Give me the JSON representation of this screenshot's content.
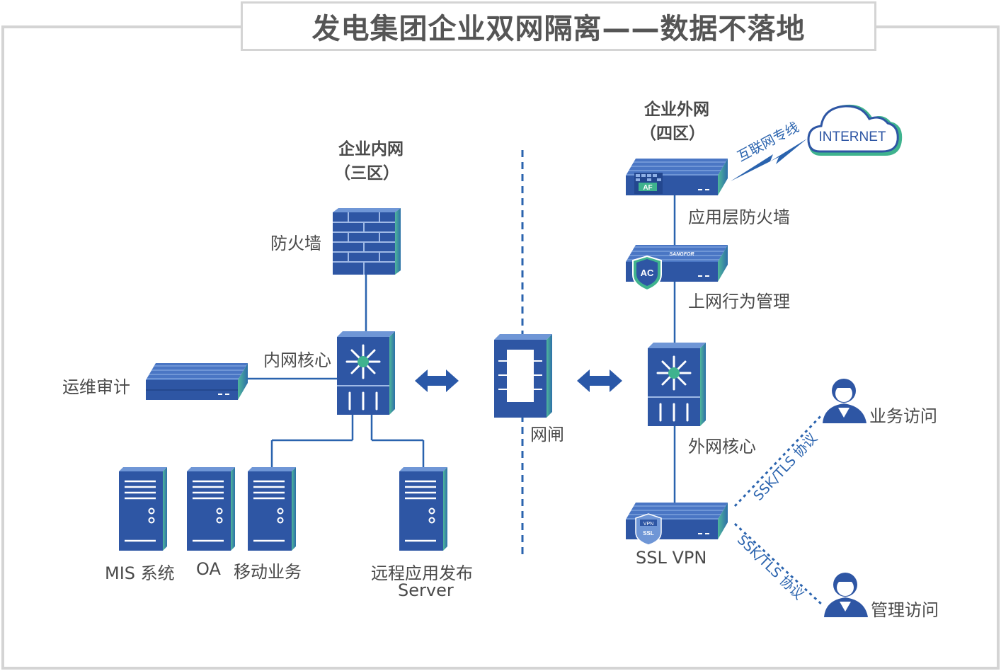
{
  "title": "发电集团企业双网隔离——数据不落地",
  "zones": {
    "internal_line1": "企业内网",
    "internal_line2": "（三区）",
    "external_line1": "企业外网",
    "external_line2": "（四区）"
  },
  "nodes": {
    "firewall": "防火墙",
    "internal_core": "内网核心",
    "ops_audit": "运维审计",
    "mis": "MIS 系统",
    "oa": "OA",
    "mobile": "移动业务",
    "remote_app_line1": "远程应用发布",
    "remote_app_line2": "Server",
    "gatekeeper": "网闸",
    "app_firewall": "应用层防火墙",
    "behavior_mgmt": "上网行为管理",
    "external_core": "外网核心",
    "ssl_vpn": "SSL VPN",
    "business_access": "业务访问",
    "admin_access": "管理访问",
    "internet": "INTERNET"
  },
  "links": {
    "internet_line": "互联网专线",
    "tls_upper": "SSK/TLS 协议",
    "tls_lower": "SSK/TLS 协议"
  },
  "device_badges": {
    "af": "AF",
    "ac": "AC",
    "sangfor": "SANGFOR",
    "vpn": "VPN",
    "ssl": "SSL"
  },
  "colors": {
    "device_blue": "#2e56a4",
    "device_dark": "#1b3a7a",
    "device_light": "#5b86cc",
    "accent_green": "#3fb38e",
    "link_blue": "#2a63ae",
    "outer_border": "#d4d4d4"
  }
}
